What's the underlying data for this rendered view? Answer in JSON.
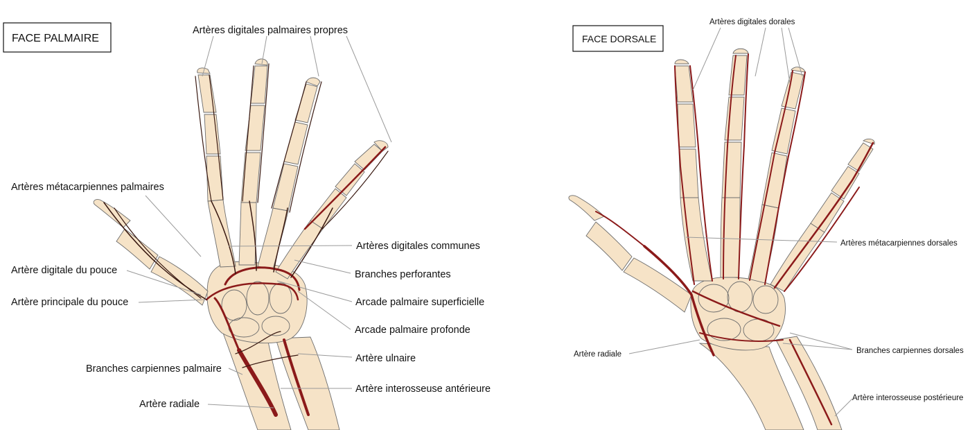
{
  "colors": {
    "bone": "#f6e3c7",
    "artery": "#8b1a1a",
    "leader": "#9a9a9a"
  },
  "palmar": {
    "title": "FACE PALMAIRE",
    "labels": {
      "digitales_propres": "Artères digitales palmaires propres",
      "metacarpiennes": "Artères métacarpiennes palmaires",
      "digitale_pouce": "Artère digitale du pouce",
      "principale_pouce": "Artère principale du pouce",
      "carpiennes": "Branches carpiennes palmaire",
      "radiale": "Artère radiale",
      "digitales_communes": "Artères digitales communes",
      "perforantes": "Branches perforantes",
      "arcade_superficielle": "Arcade palmaire superficielle",
      "arcade_profonde": "Arcade palmaire profonde",
      "ulnaire": "Artère ulnaire",
      "interosseuse_anterieure": "Artère interosseuse antérieure"
    }
  },
  "dorsal": {
    "title": "FACE DORSALE",
    "labels": {
      "digitales_dorsales": "Artères digitales dorales",
      "metacarpiennes_dorsales": "Artères métacarpiennes dorsales",
      "radiale": "Artère radiale",
      "carpiennes_dorsales": "Branches carpiennes dorsales",
      "interosseuse_posterieure": "Artère interosseuse postérieure"
    }
  }
}
